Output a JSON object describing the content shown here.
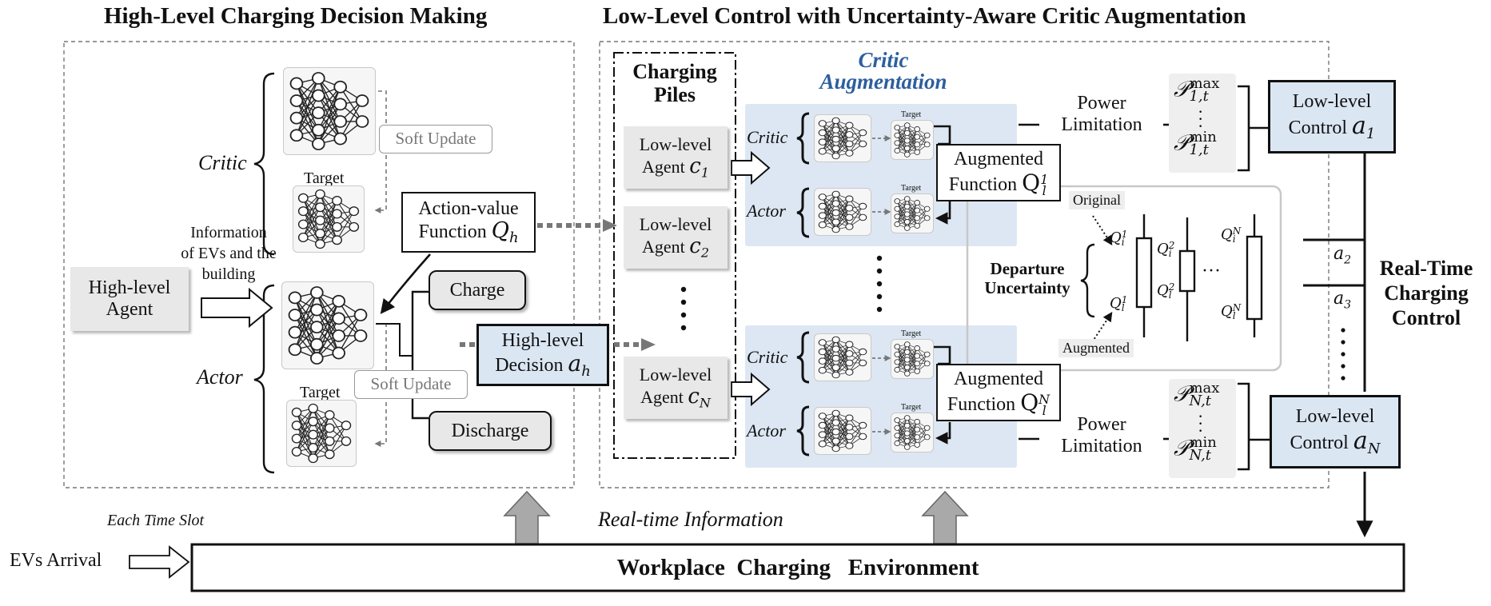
{
  "titles": {
    "left": "High-Level Charging Decision Making",
    "right": "Low-Level Control with Uncertainty-Aware Critic Augmentation"
  },
  "high_level": {
    "critic_label": "Critic",
    "actor_label": "Actor",
    "target_label_top": "Target",
    "target_label_bottom": "Target",
    "soft_update_top": "Soft Update",
    "soft_update_bottom": "Soft Update",
    "info_text_line1": "Information",
    "info_text_line2": "of EVs and the",
    "info_text_line3": "building",
    "agent_line1": "High-level",
    "agent_line2": "Agent",
    "action_value_line1": "Action-value",
    "action_value_line2": "Function",
    "action_value_symbol": "Q",
    "action_value_sub": "h",
    "charge": "Charge",
    "discharge": "Discharge",
    "decision_line1": "High-level",
    "decision_line2": "Decision",
    "decision_symbol": "a",
    "decision_sub": "h"
  },
  "piles": {
    "title_line1": "Charging",
    "title_line2": "Piles",
    "agents": [
      {
        "line1": "Low-level",
        "line2": "Agent",
        "symbol": "c",
        "sub": "1"
      },
      {
        "line1": "Low-level",
        "line2": "Agent",
        "symbol": "c",
        "sub": "2"
      },
      {
        "line1": "Low-level",
        "line2": "Agent",
        "symbol": "c",
        "sub": "N"
      }
    ]
  },
  "critic_aug": {
    "title_line1": "Critic",
    "title_line2": "Augmentation",
    "critic_label": "Critic",
    "actor_label": "Actor",
    "target_label": "Target",
    "augmented_line1": "Augmented",
    "augmented_line2": "Function",
    "aug_symbol": "Q",
    "aug_sub": "l",
    "aug_sup_top": "1",
    "aug_sup_bottom": "N"
  },
  "uncertainty": {
    "original": "Original",
    "augmented": "Augmented",
    "title_line1": "Departure",
    "title_line2": "Uncertainty",
    "q_labels": [
      {
        "sym": "Q",
        "sub": "i",
        "sup": "1"
      },
      {
        "sym": "Q",
        "sub": "l",
        "sup": "1"
      },
      {
        "sym": "Q",
        "sub": "i",
        "sup": "2"
      },
      {
        "sym": "Q",
        "sub": "l",
        "sup": "2"
      },
      {
        "sym": "Q",
        "sub": "i",
        "sup": "N"
      },
      {
        "sym": "Q",
        "sub": "l",
        "sup": "N"
      }
    ],
    "ellipsis": "···"
  },
  "power": {
    "line1": "Power",
    "line2": "Limitation",
    "p_symbol": "𝒫",
    "top_max_sub": "1,t",
    "top_max_sup": "max",
    "top_min_sub": "1,t",
    "top_min_sup": "min",
    "bot_max_sub": "N,t",
    "bot_max_sup": "max",
    "bot_min_sub": "N,t",
    "bot_min_sup": "min"
  },
  "low_control": {
    "line1": "Low-level",
    "line2": "Control",
    "sym": "a",
    "sub_top": "1",
    "sub_bottom": "N",
    "a2_sym": "a",
    "a2_sub": "2",
    "a3_sym": "a",
    "a3_sub": "3"
  },
  "realtime": {
    "line1": "Real-Time",
    "line2": "Charging",
    "line3": "Control"
  },
  "bottom": {
    "each_time_slot": "Each Time Slot",
    "realtime_info": "Real-time Information",
    "ev_arrival": "EVs Arrival",
    "environment": "Workplace  Charging   Environment"
  }
}
